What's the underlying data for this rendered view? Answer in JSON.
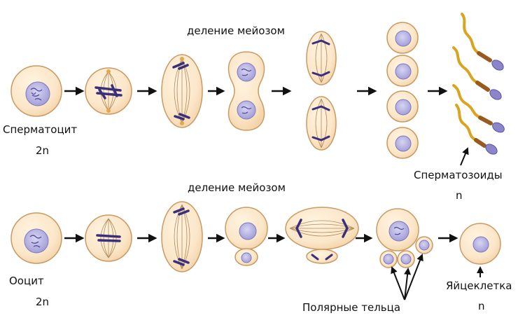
{
  "title_top": "деление мейозом",
  "title_bottom": "деление мейозом",
  "spermatocyte_label": "Сперматоцит",
  "spermatocyte_ploidy": "2n",
  "spermatozoa_label": "Сперматозоиды",
  "spermatozoa_ploidy": "n",
  "oocyte_label": "Ооцит",
  "oocyte_ploidy": "2n",
  "polar_bodies_label": "Полярные тельца",
  "egg_label": "Яйцеклетка",
  "egg_ploidy": "n",
  "colors": {
    "cytoplasm": "#fbe6c8",
    "membrane": "#c99a63",
    "nucleus": "#b9b6e4",
    "chromosome": "#3a2f7a",
    "spindle": "#b08a5a",
    "sperm_tail": "#d9a521",
    "sperm_midpiece": "#9a5a1e",
    "arrow": "#111111"
  }
}
